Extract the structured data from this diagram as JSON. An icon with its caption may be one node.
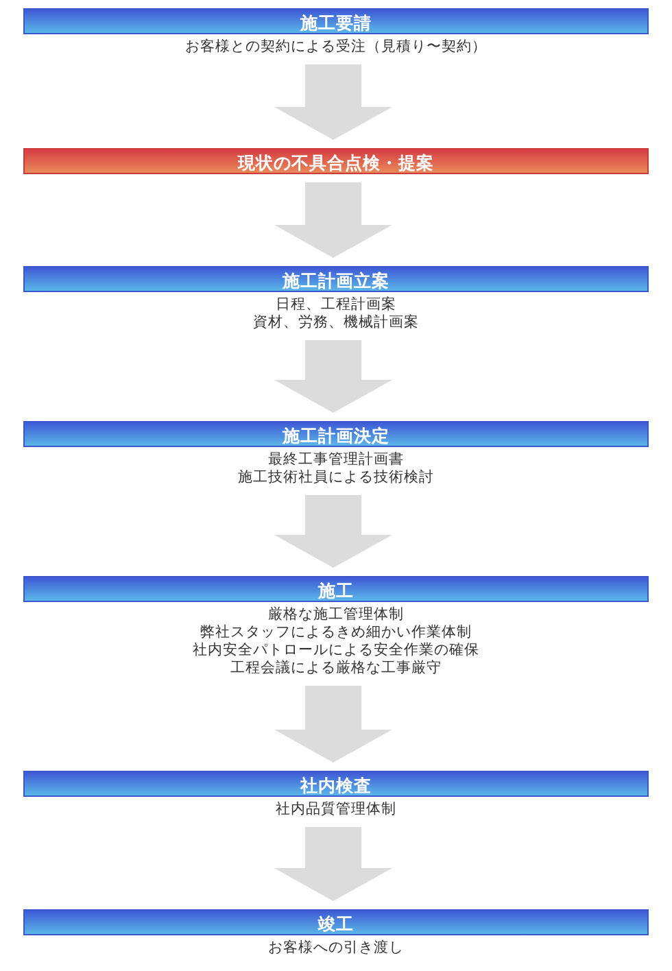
{
  "diagram": {
    "nodes": [
      {
        "text": [
          "施工要請"
        ],
        "beside": [
          "お客様との契約による受注（見積り〜契約）"
        ]
      },
      {
        "text": [
          "現状の不具合点検・提案"
        ]
      },
      {
        "text": [
          "施工計画立案"
        ],
        "beside": [
          "日程、工程計画案",
          "資材、労務、機械計画案"
        ]
      },
      {
        "text": [
          "施工計画決定"
        ],
        "beside": [
          "最終工事管理計画書",
          "施工技術社員による技術検討"
        ]
      },
      {
        "text": [
          "施工"
        ],
        "beside": [
          "厳格な施工管理体制",
          "弊社スタッフによるきめ細かい作業体制",
          "社内安全パトロールによる安全作業の確保",
          "工程会議による厳格な工事厳守"
        ]
      },
      {
        "text": [
          "社内検査"
        ],
        "beside": [
          "社内品質管理体制"
        ]
      },
      {
        "text": [
          "竣工"
        ],
        "beside": [
          "お客様への引き渡し"
        ]
      }
    ],
    "edges": [
      {
        "from": 0,
        "to": 1,
        "arrow": "to"
      },
      {
        "from": 1,
        "to": 2,
        "arrow": "to"
      },
      {
        "from": 2,
        "to": 3,
        "arrow": "to"
      },
      {
        "from": 3,
        "to": 4,
        "arrow": "to"
      },
      {
        "from": 4,
        "to": 5,
        "arrow": "to"
      },
      {
        "from": 5,
        "to": 6,
        "arrow": "to"
      }
    ]
  }
}
